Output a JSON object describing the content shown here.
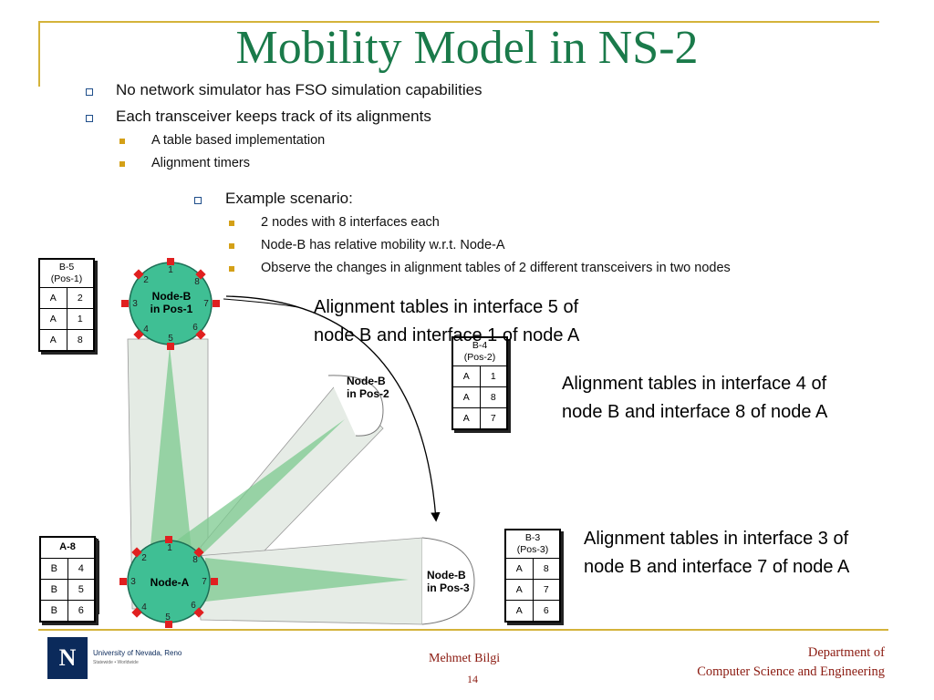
{
  "title": "Mobility Model in NS-2",
  "bullets": {
    "b1": "No network simulator has FSO simulation capabilities",
    "b2": "Each transceiver keeps track of its alignments",
    "b2_sub1": "A table based implementation",
    "b2_sub2": "Alignment timers",
    "b3": "Example scenario:",
    "b3_sub1": "2 nodes with 8 interfaces each",
    "b3_sub2": "Node-B has relative mobility w.r.t. Node-A",
    "b3_sub3": "Observe the changes in alignment tables of 2 different transceivers in two nodes"
  },
  "captions": {
    "c1_line1": "Alignment tables in interface 5 of",
    "c1_line2": "node B and interface 1 of node A",
    "c2_line1": "Alignment tables in interface 4 of",
    "c2_line2": "node B and interface 8 of node A",
    "c3_line1": "Alignment tables in interface 3 of",
    "c3_line2": "node B and interface 7 of node A"
  },
  "tables": {
    "b5": {
      "title1": "B-5",
      "title2": "(Pos-1)",
      "rows": [
        [
          "A",
          "2"
        ],
        [
          "A",
          "1"
        ],
        [
          "A",
          "8"
        ]
      ]
    },
    "b4": {
      "title1": "B-4",
      "title2": "(Pos-2)",
      "rows": [
        [
          "A",
          "1"
        ],
        [
          "A",
          "8"
        ],
        [
          "A",
          "7"
        ]
      ]
    },
    "b3": {
      "title1": "B-3",
      "title2": "(Pos-3)",
      "rows": [
        [
          "A",
          "8"
        ],
        [
          "A",
          "7"
        ],
        [
          "A",
          "6"
        ]
      ]
    },
    "a_stack": {
      "title": "A-8",
      "rows": [
        [
          "B",
          "4"
        ],
        [
          "B",
          "5"
        ],
        [
          "B",
          "6"
        ]
      ]
    }
  },
  "nodes": {
    "nodeB_pos1_l1": "Node-B",
    "nodeB_pos1_l2": "in Pos-1",
    "nodeB_pos2_l1": "Node-B",
    "nodeB_pos2_l2": "in Pos-2",
    "nodeB_pos3_l1": "Node-B",
    "nodeB_pos3_l2": "in Pos-3",
    "nodeA": "Node-A",
    "interfaces": [
      "1",
      "2",
      "3",
      "4",
      "5",
      "6",
      "7",
      "8"
    ]
  },
  "footer": {
    "university": "University of Nevada, Reno",
    "tagline": "Statewide • Worldwide",
    "logo_letter": "N",
    "author": "Mehmet Bilgi",
    "page": "14",
    "dept_line1": "Department of",
    "dept_line2": "Computer Science and Engineering"
  },
  "colors": {
    "title": "#1a7a4a",
    "node_fill": "#3fbf94",
    "interface": "#e02020",
    "beam": "#7cc98f",
    "frame": "#d4b33a",
    "footer_text": "#8b1a10"
  }
}
